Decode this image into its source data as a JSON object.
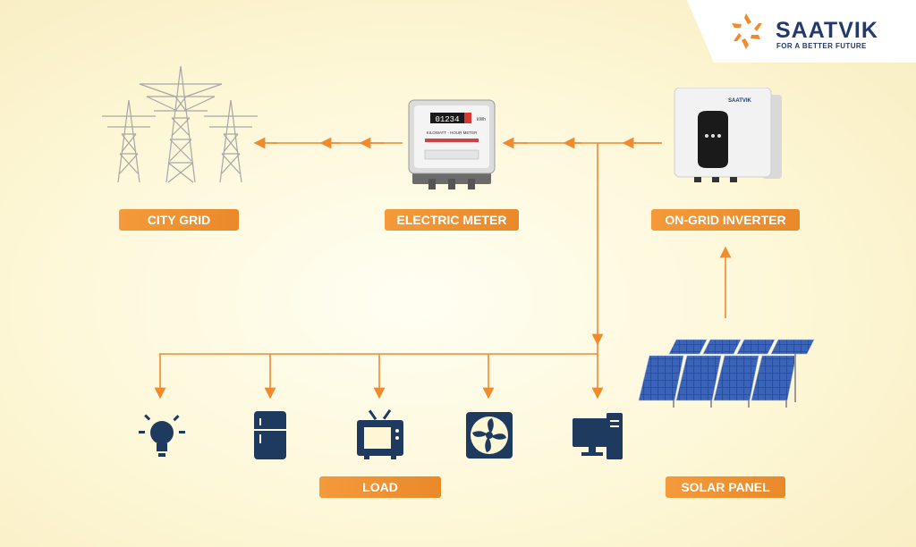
{
  "brand": {
    "name": "SAATVIK",
    "tagline": "FOR A BETTER FUTURE"
  },
  "labels": {
    "city_grid": "CITY GRID",
    "electric_meter": "ELECTRIC METER",
    "on_grid_inverter": "ON-GRID INVERTER",
    "load": "LOAD",
    "solar_panel": "SOLAR PANEL"
  },
  "meter": {
    "display": "01234",
    "unit": "kWh",
    "caption": "KILOWATT - HOUR METER"
  },
  "inverter": {
    "brand": "SAATVIK"
  },
  "colors": {
    "accent": "#f08a2c",
    "navy": "#1f3a5f",
    "tower": "#a7a7a7"
  },
  "icons": [
    "light-bulb-icon",
    "refrigerator-icon",
    "television-icon",
    "fan-icon",
    "computer-icon"
  ]
}
